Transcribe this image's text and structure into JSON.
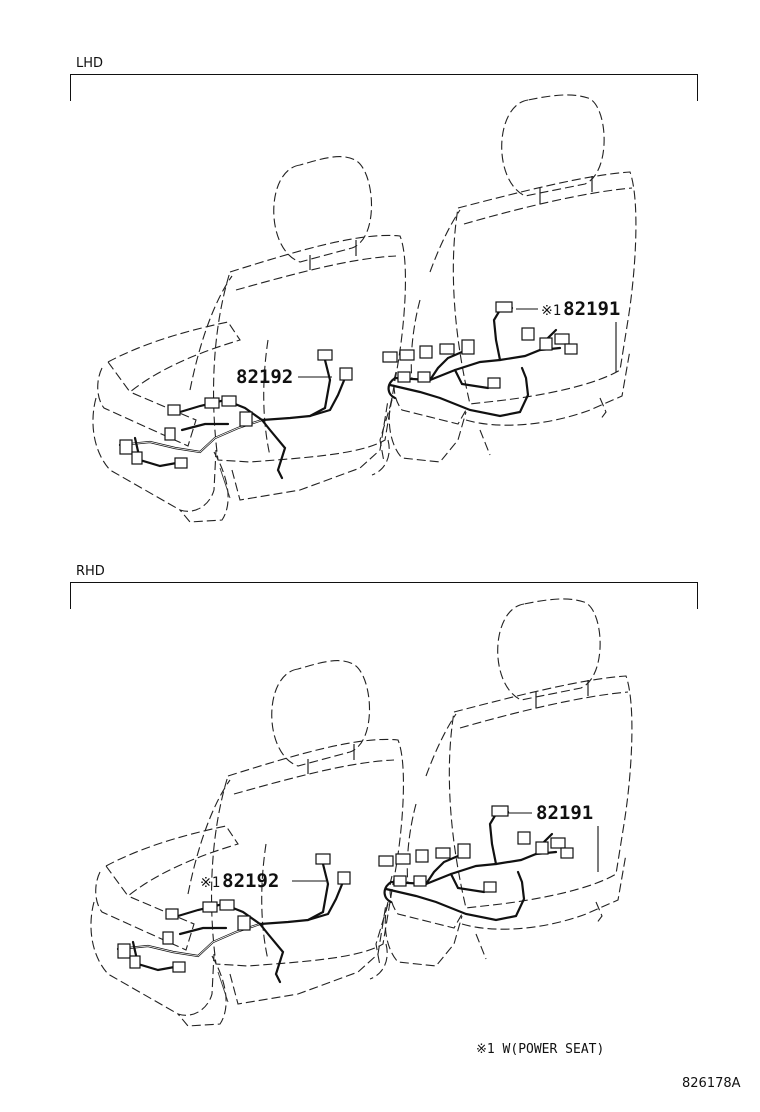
{
  "sections": [
    {
      "label": "LHD",
      "callouts": [
        {
          "part_number": "82191",
          "mark": "※1"
        },
        {
          "part_number": "82192",
          "mark": ""
        }
      ]
    },
    {
      "label": "RHD",
      "callouts": [
        {
          "part_number": "82191",
          "mark": ""
        },
        {
          "part_number": "82192",
          "mark": "※1"
        }
      ]
    }
  ],
  "legend": "※1 W(POWER SEAT)",
  "diagram_code": "826178A"
}
